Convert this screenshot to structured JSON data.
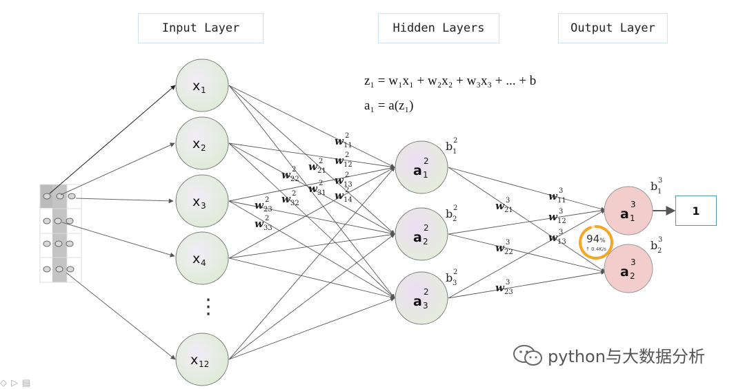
{
  "layers": {
    "input": "Input Layer",
    "hidden": "Hidden Layers",
    "output": "Output Layer"
  },
  "formula": {
    "z_line": "z₁ = w₁x₁ + w₂x₂ + w₃x₃ + ... + b",
    "a_line": "a₁ = a(z₁)"
  },
  "input_nodes": [
    {
      "base": "x",
      "sub": "1"
    },
    {
      "base": "x",
      "sub": "2"
    },
    {
      "base": "x",
      "sub": "3"
    },
    {
      "base": "x",
      "sub": "4"
    },
    {
      "base": "x",
      "sub": "12"
    }
  ],
  "ellipsis": "⋮",
  "hidden_nodes": [
    {
      "base": "a",
      "sub": "1",
      "sup": "2"
    },
    {
      "base": "a",
      "sub": "2",
      "sup": "2"
    },
    {
      "base": "a",
      "sub": "3",
      "sup": "2"
    }
  ],
  "output_nodes": [
    {
      "base": "a",
      "sub": "1",
      "sup": "3"
    },
    {
      "base": "a",
      "sub": "2",
      "sup": "3"
    }
  ],
  "hidden_biases": [
    {
      "base": "b",
      "sub": "1",
      "sup": "2"
    },
    {
      "base": "b",
      "sub": "2",
      "sup": "2"
    },
    {
      "base": "b",
      "sub": "3",
      "sup": "2"
    }
  ],
  "output_biases": [
    {
      "base": "b",
      "sub": "1",
      "sup": "3"
    },
    {
      "base": "b",
      "sub": "2",
      "sup": "3"
    }
  ],
  "input_weights": [
    {
      "base": "w",
      "sub": "11",
      "sup": "2"
    },
    {
      "base": "w",
      "sub": "12",
      "sup": "2"
    },
    {
      "base": "w",
      "sub": "13",
      "sup": "2"
    },
    {
      "base": "w",
      "sub": "14",
      "sup": "2"
    },
    {
      "base": "w",
      "sub": "21",
      "sup": "2"
    },
    {
      "base": "w",
      "sub": "31",
      "sup": "2"
    },
    {
      "base": "w",
      "sub": "22",
      "sup": "2"
    },
    {
      "base": "w",
      "sub": "32",
      "sup": "2"
    },
    {
      "base": "w",
      "sub": "23",
      "sup": "2"
    },
    {
      "base": "w",
      "sub": "33",
      "sup": "2"
    }
  ],
  "output_weights": [
    {
      "base": "w",
      "sub": "11",
      "sup": "3"
    },
    {
      "base": "w",
      "sub": "12",
      "sup": "3"
    },
    {
      "base": "w",
      "sub": "13",
      "sup": "3"
    },
    {
      "base": "w",
      "sub": "21",
      "sup": "3"
    },
    {
      "base": "w",
      "sub": "22",
      "sup": "3"
    },
    {
      "base": "w",
      "sub": "23",
      "sup": "3"
    }
  ],
  "output_value": "1",
  "gauge": {
    "value": "94",
    "unit": "%",
    "speed": "↑ 0.4K/s",
    "fraction": 0.94
  },
  "watermark": "python与大数据分析",
  "colors": {
    "input_node": "#e9e2f0",
    "hidden_node": "#ede4f3",
    "output_node": "#f3cccc",
    "edge": "#555555",
    "gauge": "#f5a623",
    "output_border": "#4a9db0"
  }
}
